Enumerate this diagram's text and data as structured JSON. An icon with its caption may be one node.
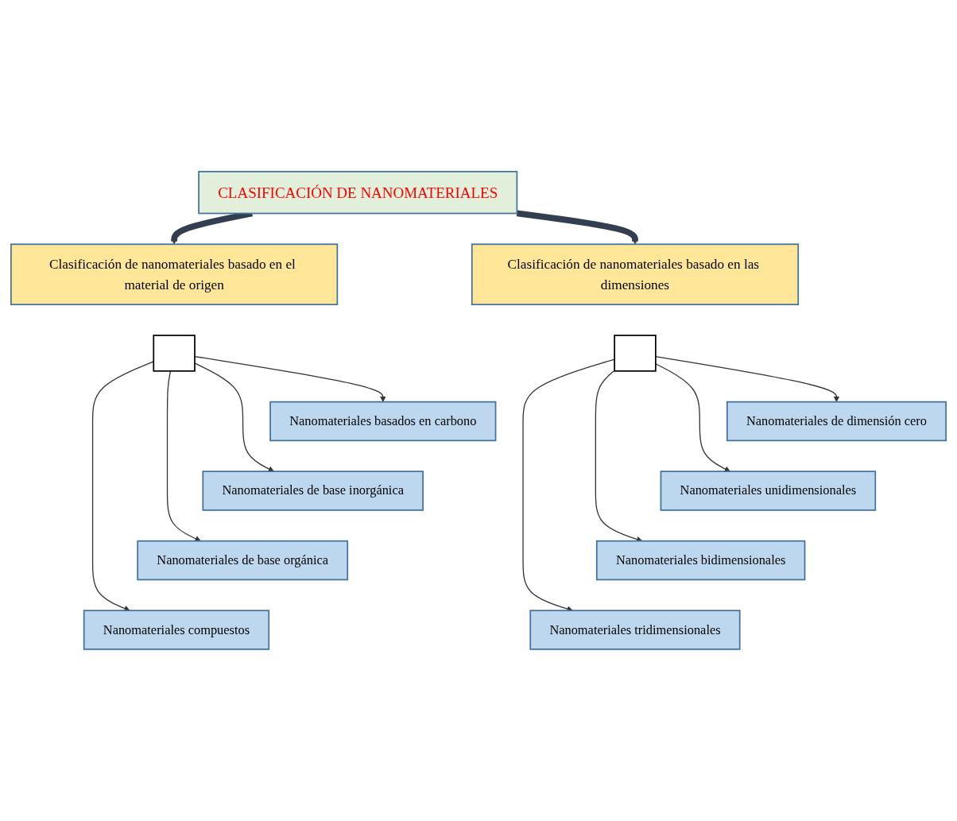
{
  "diagram": {
    "nodes": [
      {
        "text": [
          "CLASIFICACIÓN DE NANOMATERIALES"
        ]
      },
      {
        "text": [
          "Clasificación de nanomateriales basado en el material de origen"
        ]
      },
      {
        "text": [
          "Clasificación de nanomateriales basado en las dimensiones"
        ]
      },
      {
        "text": [],
        "shape": "bar"
      },
      {
        "text": [],
        "shape": "bar"
      },
      {
        "text": [
          "Nanomateriales basados en carbono"
        ]
      },
      {
        "text": [
          "Nanomateriales de dimensión cero"
        ]
      },
      {
        "text": [
          "Nanomateriales de base inorgánica"
        ]
      },
      {
        "text": [
          "Nanomateriales unidimensionales"
        ]
      },
      {
        "text": [
          "Nanomateriales de base orgánica"
        ]
      },
      {
        "text": [
          "Nanomateriales bidimensionales"
        ]
      },
      {
        "text": [
          "Nanomateriales compuestos"
        ]
      },
      {
        "text": [
          "Nanomateriales tridimensionales"
        ]
      }
    ],
    "edges": [
      {
        "from": 0,
        "to": 1,
        "arrow": "to",
        "style": "thick",
        "color": "#333f50"
      },
      {
        "from": 0,
        "to": 2,
        "arrow": "to",
        "style": "thick",
        "color": "#333f50"
      },
      {
        "from": 3,
        "to": 5,
        "arrow": "to"
      },
      {
        "from": 3,
        "to": 7,
        "arrow": "to"
      },
      {
        "from": 3,
        "to": 9,
        "arrow": "to"
      },
      {
        "from": 3,
        "to": 11,
        "arrow": "to"
      },
      {
        "from": 4,
        "to": 6,
        "arrow": "to"
      },
      {
        "from": 4,
        "to": 8,
        "arrow": "to"
      },
      {
        "from": 4,
        "to": 10,
        "arrow": "to"
      },
      {
        "from": 4,
        "to": 12,
        "arrow": "to"
      }
    ]
  }
}
